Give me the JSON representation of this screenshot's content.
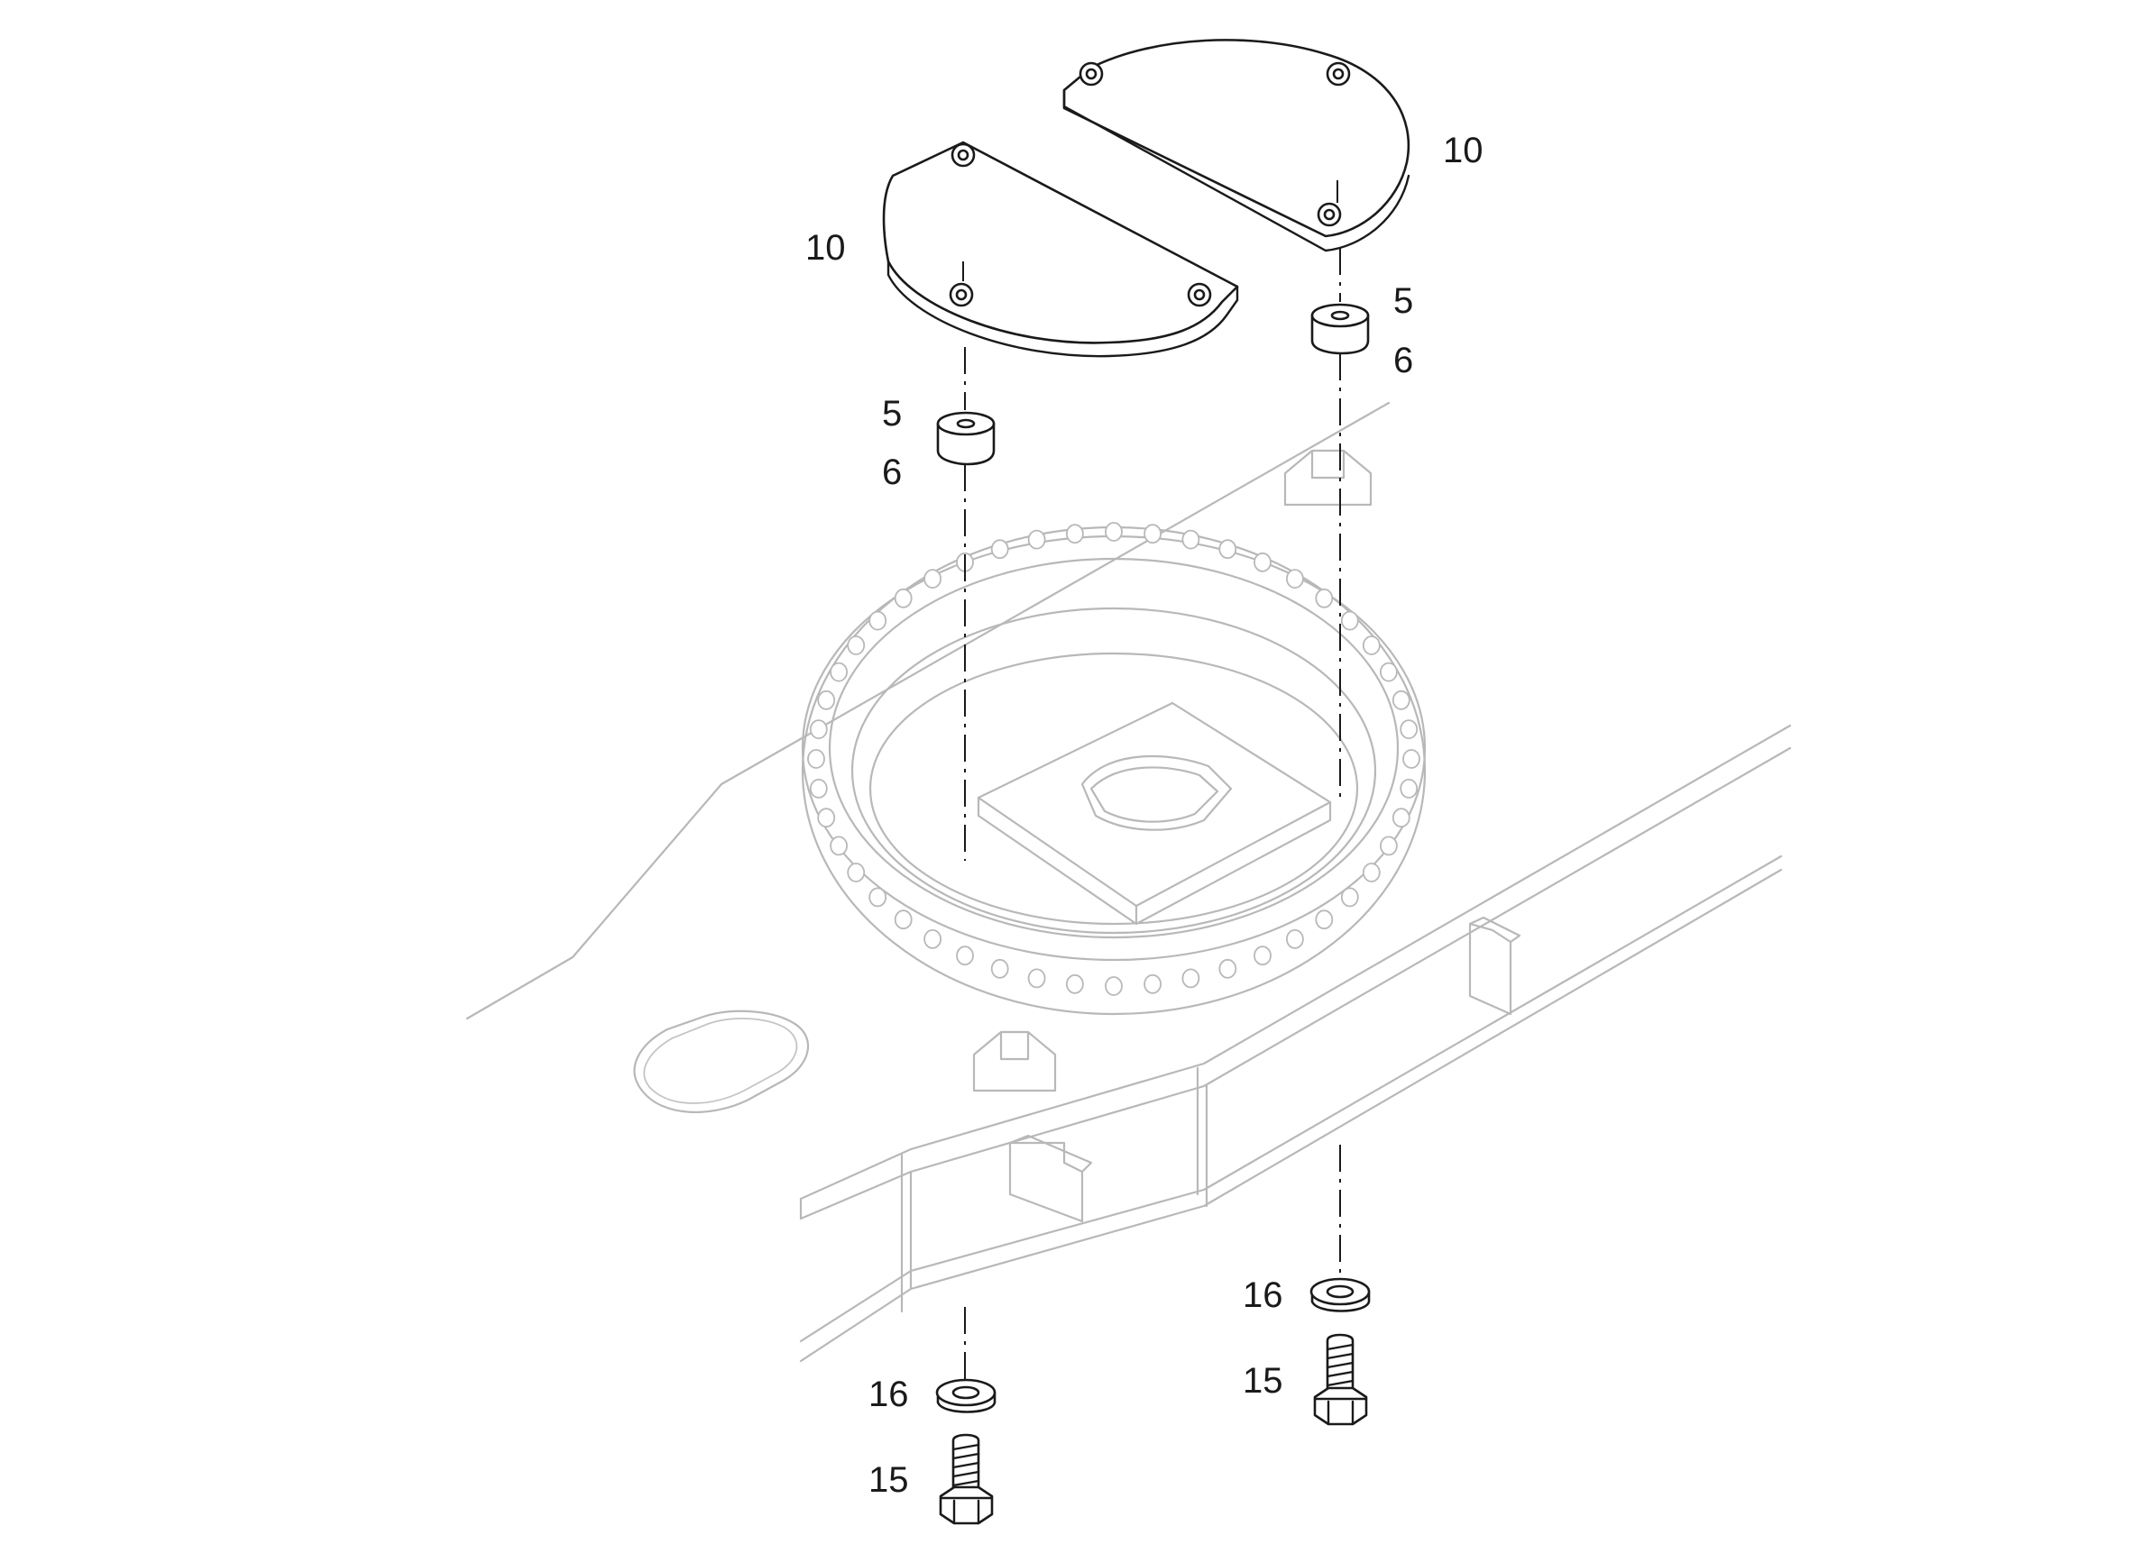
{
  "callouts": [
    {
      "id": "c10a",
      "text": "10"
    },
    {
      "id": "c10b",
      "text": "10"
    },
    {
      "id": "c5a",
      "text": "5"
    },
    {
      "id": "c6a",
      "text": "6"
    },
    {
      "id": "c5b",
      "text": "5"
    },
    {
      "id": "c6b",
      "text": "6"
    },
    {
      "id": "c16a",
      "text": "16"
    },
    {
      "id": "c15a",
      "text": "15"
    },
    {
      "id": "c16b",
      "text": "16"
    },
    {
      "id": "c15b",
      "text": "15"
    }
  ]
}
